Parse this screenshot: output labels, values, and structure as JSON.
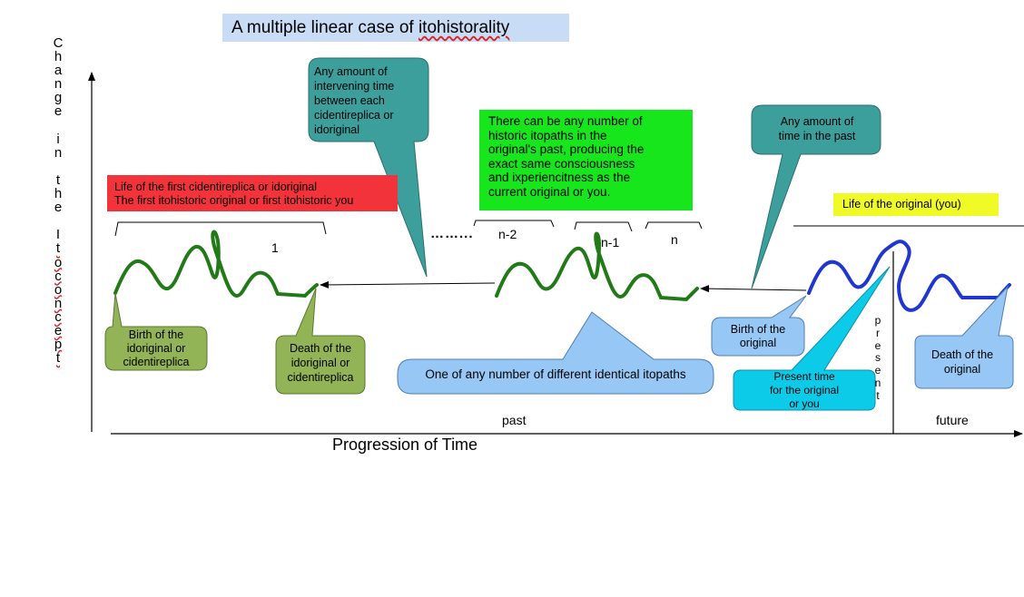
{
  "title": {
    "prefix": "A multiple linear case of ",
    "keyword": "itohistorality"
  },
  "y_axis_label": {
    "word1": [
      "C",
      "h",
      "a",
      "n",
      "g",
      "e"
    ],
    "word2": [
      "i",
      "n"
    ],
    "word3": [
      "t",
      "h",
      "e"
    ],
    "word4": [
      "I",
      "t",
      "o",
      "c",
      "o",
      "n",
      "c",
      "e",
      "p",
      "t"
    ]
  },
  "x_axis_label": "Progression of Time",
  "regions": {
    "past": "past",
    "future": "future"
  },
  "present_letters": [
    "p",
    "r",
    "e",
    "s",
    "e",
    "n",
    "t"
  ],
  "boxes": {
    "red_line1": "Life of the first cidentireplica or idoriginal",
    "red_line2": "The first itohistoric original or first itohistoric you",
    "green_lines": [
      "There can be any number of",
      "historic itopaths in the",
      "original's past, producing the",
      "exact same consciousness",
      "and ixperiencitness as the",
      "current original or you."
    ],
    "yellow": "Life of the original (you)"
  },
  "callouts": {
    "intervening": [
      "Any amount of",
      "intervening  time",
      "between each",
      "cidentireplica or",
      "idoriginal"
    ],
    "any_past_time": [
      "Any amount of",
      "time in the past"
    ],
    "birth_first": [
      "Birth of the",
      "idoriginal or",
      "cidentireplica"
    ],
    "death_first": [
      "Death of the",
      "idoriginal or",
      "cidentireplica"
    ],
    "identical_itopaths": "One of any number of different identical itopaths",
    "birth_original": [
      "Birth of the",
      "original"
    ],
    "present_time": [
      "Present time",
      "for the original",
      "or you"
    ],
    "death_original": [
      "Death of the",
      "original"
    ]
  },
  "path_labels": {
    "first": "1",
    "n2": "n-2",
    "n1": "n-1",
    "n": "n",
    "dots": "……..."
  },
  "colors": {
    "first_path": "#217a17",
    "middle_path": "#217a17",
    "original_path": "#1f37cf",
    "title_bg": "#c9dcf5",
    "red_box": "#f2333a",
    "green_box": "#18e61c",
    "yellow_box": "#f0fa26",
    "olive_callout": "#92b356",
    "teal_callout": "#3d9f9b",
    "lightblue_callout": "#97c7f5",
    "cyan_callout": "#0ccbe9"
  }
}
